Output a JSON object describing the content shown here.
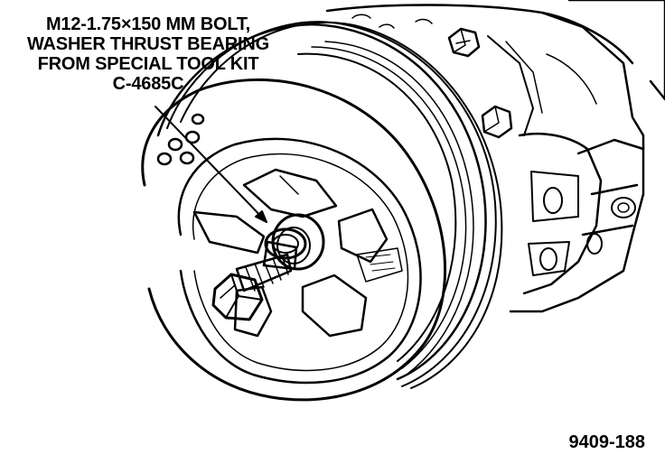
{
  "callout": {
    "lines": [
      "M12-1.75×150 MM BOLT,",
      "WASHER THRUST BEARING",
      "FROM SPECIAL TOOL KIT",
      "C-4685C"
    ]
  },
  "figure_number": "9409-188"
}
